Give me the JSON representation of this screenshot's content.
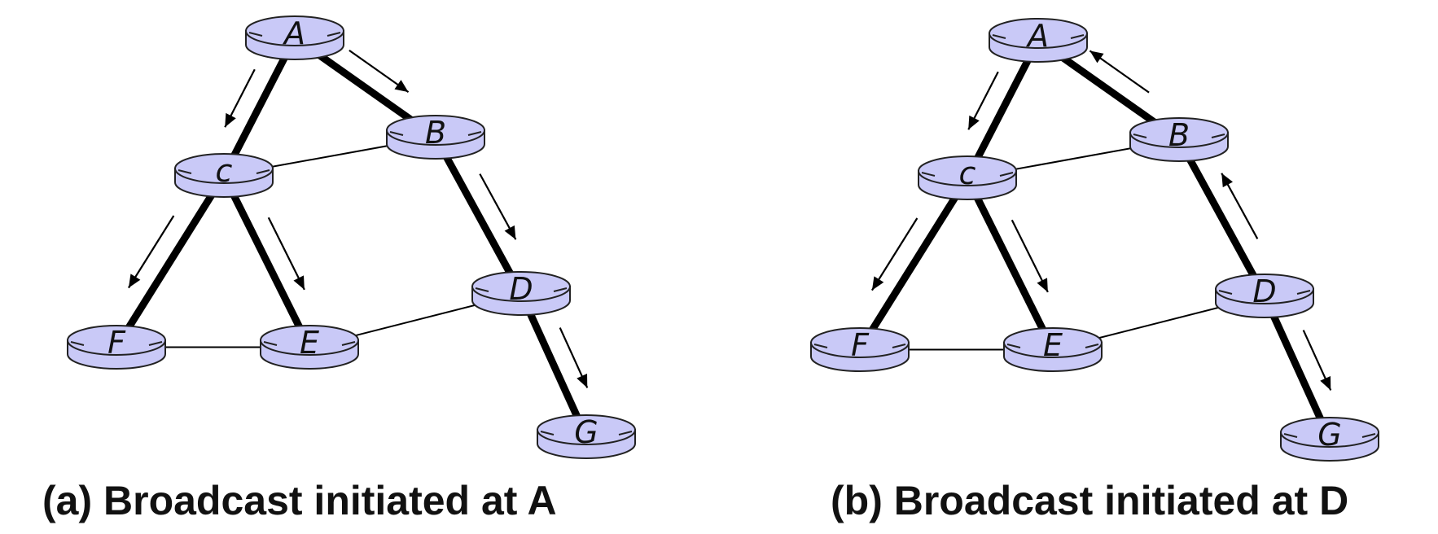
{
  "panels": [
    {
      "caption": "(a) Broadcast initiated at A",
      "nodes": [
        {
          "id": "A",
          "label": "A"
        },
        {
          "id": "B",
          "label": "B"
        },
        {
          "id": "C",
          "label": "c"
        },
        {
          "id": "D",
          "label": "D"
        },
        {
          "id": "E",
          "label": "E"
        },
        {
          "id": "F",
          "label": "F"
        },
        {
          "id": "G",
          "label": "G"
        }
      ],
      "tree_edges": [
        [
          "A",
          "C"
        ],
        [
          "A",
          "B"
        ],
        [
          "C",
          "F"
        ],
        [
          "C",
          "E"
        ],
        [
          "B",
          "D"
        ],
        [
          "D",
          "G"
        ]
      ],
      "other_edges": [
        [
          "C",
          "B"
        ],
        [
          "F",
          "E"
        ],
        [
          "E",
          "D"
        ]
      ],
      "arrows": [
        [
          "A",
          "C"
        ],
        [
          "A",
          "B"
        ],
        [
          "C",
          "F"
        ],
        [
          "C",
          "E"
        ],
        [
          "B",
          "D"
        ],
        [
          "D",
          "G"
        ]
      ]
    },
    {
      "caption": "(b) Broadcast initiated at D",
      "nodes": [
        {
          "id": "A",
          "label": "A"
        },
        {
          "id": "B",
          "label": "B"
        },
        {
          "id": "C",
          "label": "c"
        },
        {
          "id": "D",
          "label": "D"
        },
        {
          "id": "E",
          "label": "E"
        },
        {
          "id": "F",
          "label": "F"
        },
        {
          "id": "G",
          "label": "G"
        }
      ],
      "tree_edges": [
        [
          "A",
          "C"
        ],
        [
          "A",
          "B"
        ],
        [
          "C",
          "F"
        ],
        [
          "C",
          "E"
        ],
        [
          "B",
          "D"
        ],
        [
          "D",
          "G"
        ]
      ],
      "other_edges": [
        [
          "C",
          "B"
        ],
        [
          "F",
          "E"
        ],
        [
          "E",
          "D"
        ]
      ],
      "arrows": [
        [
          "A",
          "C"
        ],
        [
          "B",
          "A"
        ],
        [
          "C",
          "F"
        ],
        [
          "C",
          "E"
        ],
        [
          "D",
          "B"
        ],
        [
          "D",
          "G"
        ]
      ]
    }
  ],
  "colors": {
    "node_fill": "#c9c9f7",
    "node_stroke": "#222222",
    "edge": "#000000"
  }
}
